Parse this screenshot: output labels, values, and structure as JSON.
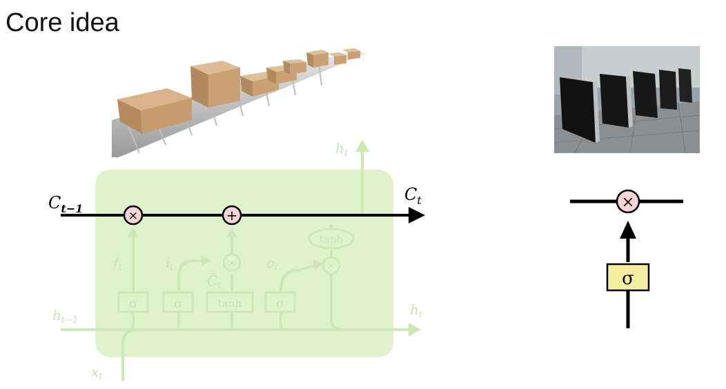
{
  "title": "Core idea",
  "lstm": {
    "label_c_prev": "C",
    "label_c_prev_sub": "t−1",
    "label_c_t": "C",
    "label_c_t_sub": "t",
    "label_h_top": "h",
    "label_h_top_sub": "t",
    "label_h_prev": "h",
    "label_h_prev_sub": "t−1",
    "label_h_out": "h",
    "label_h_out_sub": "t",
    "label_x": "x",
    "label_x_sub": "t",
    "label_f": "f",
    "label_f_sub": "t",
    "label_i": "i",
    "label_i_sub": "t",
    "label_o": "o",
    "label_o_sub": "t",
    "label_ctilde": "C̃",
    "label_ctilde_sub": "t",
    "mult_symbol": "×",
    "plus_symbol": "+",
    "sigma": "σ",
    "tanh": "tanh"
  },
  "gate": {
    "mult_symbol": "×",
    "sigma": "σ"
  },
  "colors": {
    "cell_bg": "#d8f0c0",
    "faded_line": "#c8e4b0",
    "op_pink": "#f7d5d5",
    "sigma_yellow": "#f5eea0"
  }
}
